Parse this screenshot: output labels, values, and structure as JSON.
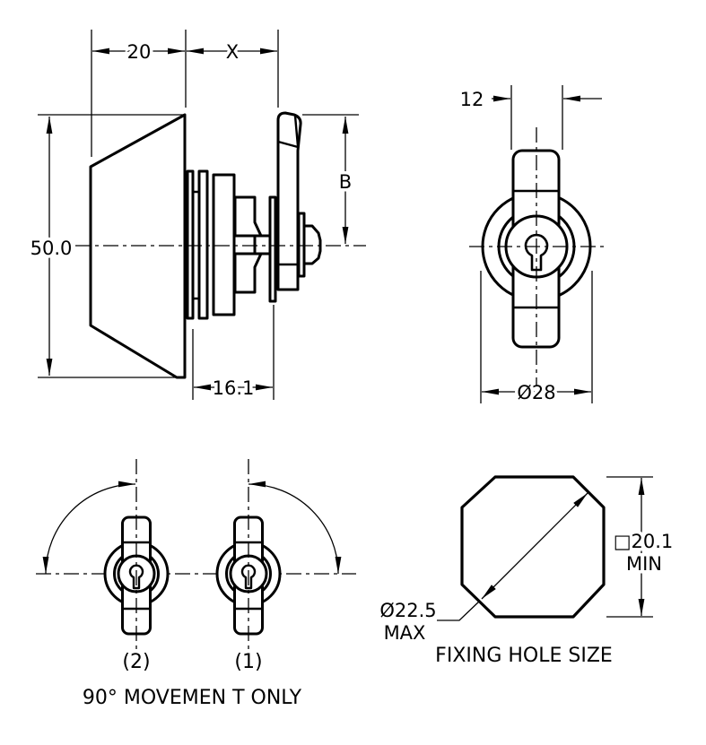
{
  "title": "Cam lock technical drawing",
  "colors": {
    "background": "#ffffff",
    "line": "#000000"
  },
  "side_view": {
    "dim_head_depth": "20",
    "dim_grip_range": "X",
    "dim_head_height": "50.0",
    "dim_cam_height": "B",
    "dim_thread_length": "16.1"
  },
  "front_view": {
    "dim_cam_width": "12",
    "dim_body_diameter": "Ø28"
  },
  "rotation_view": {
    "position_left_label": "(2)",
    "position_right_label": "(1)",
    "caption": "90° MOVEMEN T ONLY"
  },
  "fixing_hole_view": {
    "dim_hole_diameter": "Ø22.5",
    "dim_hole_diameter_qualifier": "MAX",
    "dim_hole_square": "□20.1",
    "dim_hole_square_qualifier": "MIN",
    "caption": "FIXING HOLE SIZE"
  }
}
